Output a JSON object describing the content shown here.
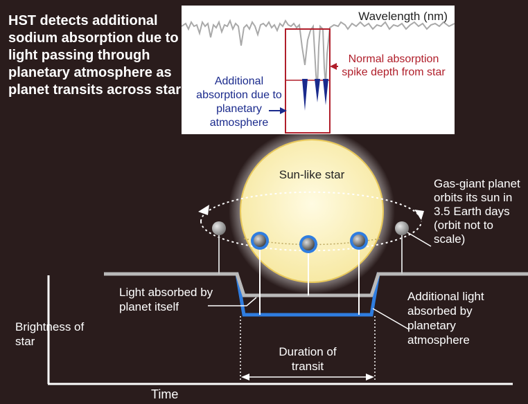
{
  "title": "HST detects additional sodium absorption due to light passing through planetary atmosphere as planet transits across star",
  "inset": {
    "wavelength_label": "Wavelength (nm)",
    "additional_label": "Additional absorption due to planetary atmosphere",
    "normal_label": "Normal absorption spike depth from star"
  },
  "star_label": "Sun-like star",
  "planet_orbit_label": "Gas-giant planet orbits its sun in 3.5 Earth days (orbit not to scale)",
  "light_curve": {
    "absorbed_by_planet": "Light absorbed by planet itself",
    "additional_light": "Additional light absorbed by planetary atmosphere",
    "ylabel": "Brightness of star",
    "xlabel": "Time",
    "duration_label": "Duration of transit"
  },
  "colors": {
    "background": "#2a1c1c",
    "star_fill": "#fdf6c0",
    "star_rim": "#e8c85a",
    "glow": "#ffffff",
    "atmosphere_blue": "#2f7de0",
    "curve_gray": "#b9b9b9",
    "planet_gray": "#9b9b9b",
    "inset_red": "#b01e2a",
    "inset_blue": "#1a2a8c"
  }
}
